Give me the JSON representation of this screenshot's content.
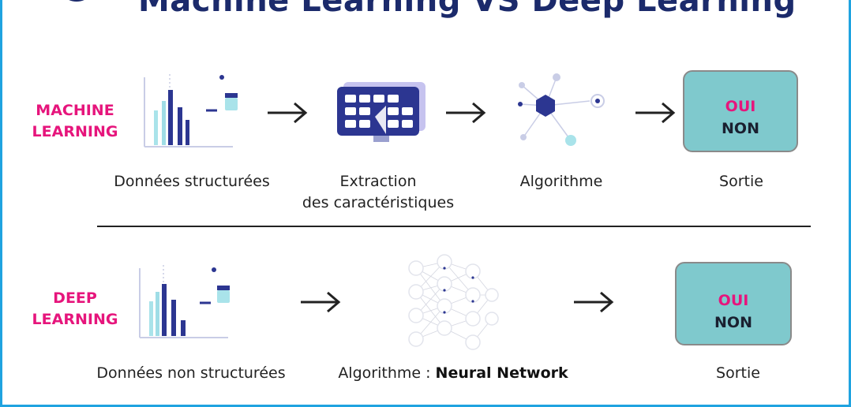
{
  "title": "Machine Learning VS Deep Learning",
  "ml": {
    "label_line1": "MACHINE",
    "label_line2": "LEARNING",
    "step1": "Données structurées",
    "step2_line1": "Extraction",
    "step2_line2": "des caractéristiques",
    "step3": "Algorithme",
    "step4": "Sortie",
    "out_yes": "OUI",
    "out_no": "NON"
  },
  "dl": {
    "label_line1": "DEEP",
    "label_line2": "LEARNING",
    "step1": "Données non structurées",
    "step2_prefix": "Algorithme : ",
    "step2_bold": "Neural Network",
    "step3": "Sortie",
    "out_yes": "OUI",
    "out_no": "NON"
  },
  "colors": {
    "accent_pink": "#e6157c",
    "title_navy": "#1b2a6b",
    "frame_blue": "#1fa3e0",
    "output_teal": "#7fc9cd"
  },
  "icons": [
    "logo-icon",
    "bar-chart-icon",
    "data-table-icon",
    "feature-extraction-icon",
    "algorithm-network-icon",
    "neural-network-icon",
    "arrow-right-icon"
  ]
}
